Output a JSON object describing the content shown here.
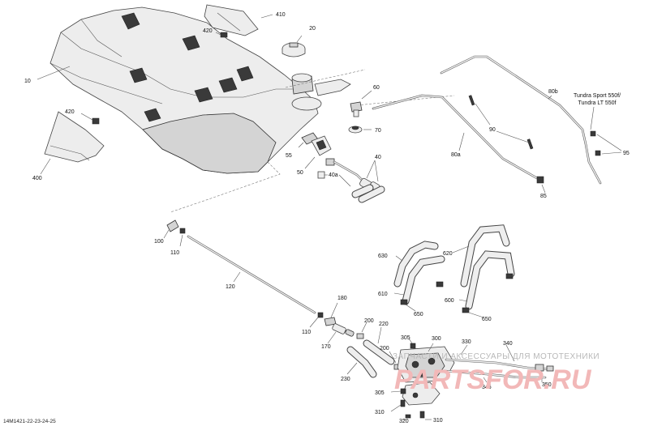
{
  "diagram": {
    "callouts": [
      {
        "id": "c-10",
        "label": "10"
      },
      {
        "id": "c-20",
        "label": "20"
      },
      {
        "id": "c-40",
        "label": "40"
      },
      {
        "id": "c-40a",
        "label": "40a"
      },
      {
        "id": "c-50",
        "label": "50"
      },
      {
        "id": "c-55",
        "label": "55"
      },
      {
        "id": "c-60",
        "label": "60"
      },
      {
        "id": "c-70",
        "label": "70"
      },
      {
        "id": "c-80a",
        "label": "80a"
      },
      {
        "id": "c-80b",
        "label": "80b"
      },
      {
        "id": "c-85",
        "label": "85"
      },
      {
        "id": "c-90",
        "label": "90"
      },
      {
        "id": "c-95",
        "label": "95"
      },
      {
        "id": "c-100",
        "label": "100"
      },
      {
        "id": "c-110a",
        "label": "110"
      },
      {
        "id": "c-110b",
        "label": "110"
      },
      {
        "id": "c-120",
        "label": "120"
      },
      {
        "id": "c-170",
        "label": "170"
      },
      {
        "id": "c-180",
        "label": "180"
      },
      {
        "id": "c-200a",
        "label": "200"
      },
      {
        "id": "c-200b",
        "label": "200"
      },
      {
        "id": "c-220",
        "label": "220"
      },
      {
        "id": "c-230",
        "label": "230"
      },
      {
        "id": "c-300",
        "label": "300"
      },
      {
        "id": "c-305a",
        "label": "305"
      },
      {
        "id": "c-305b",
        "label": "305"
      },
      {
        "id": "c-310a",
        "label": "310"
      },
      {
        "id": "c-310b",
        "label": "310"
      },
      {
        "id": "c-320",
        "label": "320"
      },
      {
        "id": "c-330",
        "label": "330"
      },
      {
        "id": "c-340",
        "label": "340"
      },
      {
        "id": "c-345",
        "label": "345"
      },
      {
        "id": "c-350",
        "label": "350"
      },
      {
        "id": "c-400",
        "label": "400"
      },
      {
        "id": "c-410",
        "label": "410"
      },
      {
        "id": "c-420a",
        "label": "420"
      },
      {
        "id": "c-420b",
        "label": "420"
      },
      {
        "id": "c-600",
        "label": "600"
      },
      {
        "id": "c-610",
        "label": "610"
      },
      {
        "id": "c-620",
        "label": "620"
      },
      {
        "id": "c-630",
        "label": "630"
      },
      {
        "id": "c-650a",
        "label": "650"
      },
      {
        "id": "c-650b",
        "label": "650"
      }
    ],
    "model_note_line1": "Tundra Sport 550f/",
    "model_note_line2": "Tundra LT 550f",
    "drawing_code": "14M1421-22-23-24-25",
    "watermark_text": "ЗАПЧАСТИ И АКСЕССУАРЫ ДЛЯ МОТОТЕХНИКИ",
    "watermark_logo_text": "PARTSFOR.RU",
    "colors": {
      "line": "#444444",
      "part_fill": "#ededed",
      "watermark_text": "#b8b8b8",
      "watermark_logo": "#f2b8b8"
    }
  }
}
